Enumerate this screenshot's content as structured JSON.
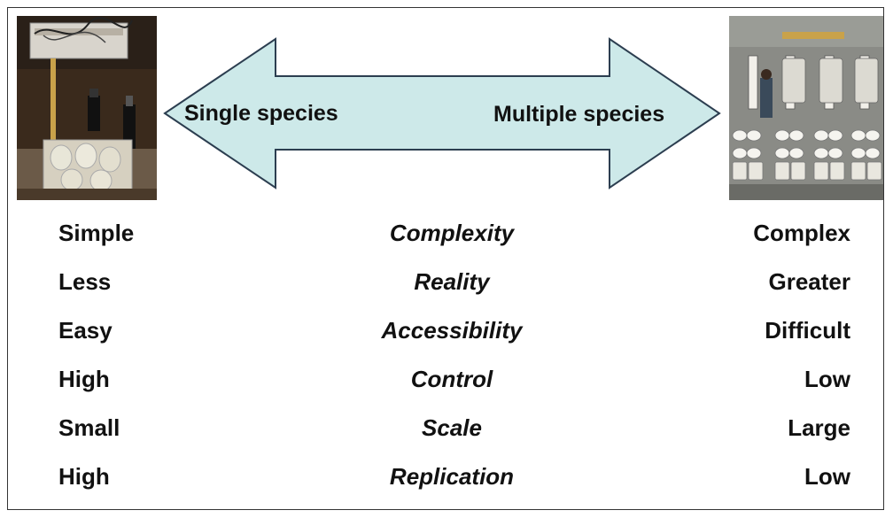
{
  "arrow": {
    "left_label": "Single species",
    "right_label": "Multiple species",
    "fill_color": "#cde9e9",
    "stroke_color": "#2c3e50"
  },
  "photos": {
    "left": "lab-bench-aquaria-photo",
    "right": "outdoor-mesocosm-tanks-photo"
  },
  "rows": [
    {
      "left": "Simple",
      "criterion": "Complexity",
      "right": "Complex"
    },
    {
      "left": "Less",
      "criterion": "Reality",
      "right": "Greater"
    },
    {
      "left": "Easy",
      "criterion": "Accessibility",
      "right": "Difficult"
    },
    {
      "left": "High",
      "criterion": "Control",
      "right": "Low"
    },
    {
      "left": "Small",
      "criterion": "Scale",
      "right": "Large"
    },
    {
      "left": "High",
      "criterion": "Replication",
      "right": "Low"
    }
  ]
}
